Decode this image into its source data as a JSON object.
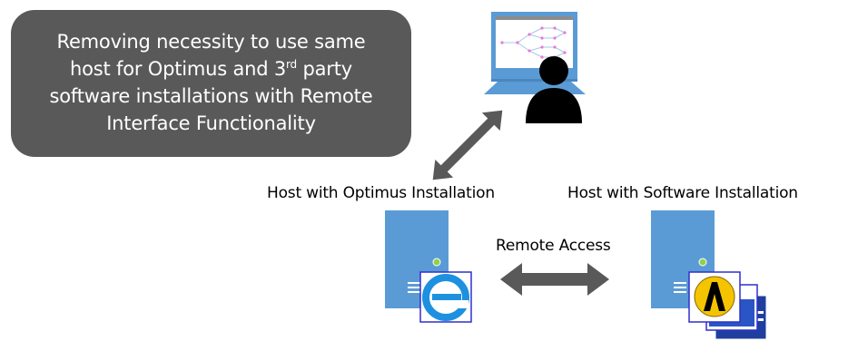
{
  "callout": {
    "line1": "Removing necessity to use same",
    "line2_before": "host for Optimus and 3",
    "line2_sup": "rd",
    "line2_after": " party",
    "line3": "software installations with Remote",
    "line4": "Interface Functionality"
  },
  "labels": {
    "host_optimus": "Host with Optimus Installation",
    "host_software": "Host with Software Installation",
    "remote_access": "Remote Access"
  },
  "colors": {
    "callout_bg": "#595959",
    "monitor_blue": "#5b9bd5",
    "server_blue": "#5b9bd5",
    "arrow_gray": "#595959",
    "user_black": "#000000",
    "optimus_logo_blue": "#1e90e0",
    "software_logo_yellow": "#f5c400",
    "icon_frame_blue": "#2f2fd0"
  },
  "icons": {
    "user": "user-at-computer-icon",
    "server_left": "server-icon",
    "server_right": "server-icon",
    "optimus_logo": "optimus-e-logo-icon",
    "software_logo": "software-lambda-logo-icon"
  }
}
